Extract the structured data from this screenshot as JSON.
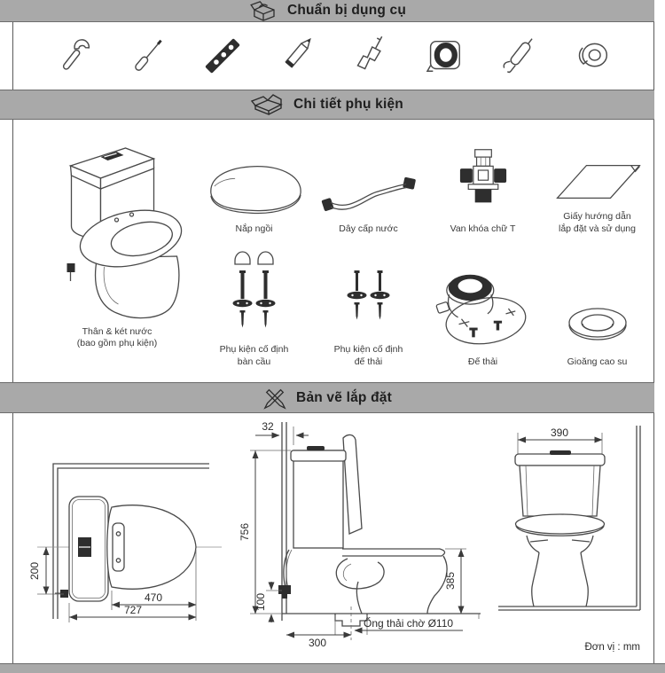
{
  "sections": {
    "tools": {
      "title": "Chuẩn bị dụng cụ",
      "header_icon": "toolbox-icon",
      "items": [
        {
          "name": "adjustable-wrench-icon"
        },
        {
          "name": "screwdriver-icon"
        },
        {
          "name": "spirit-level-icon"
        },
        {
          "name": "pencil-icon"
        },
        {
          "name": "hand-drill-icon"
        },
        {
          "name": "tape-measure-icon"
        },
        {
          "name": "caulk-gun-icon"
        },
        {
          "name": "thread-seal-tape-icon"
        }
      ]
    },
    "parts": {
      "title": "Chi tiết phụ kiện",
      "header_icon": "open-box-icon",
      "main_part": {
        "label": "Thân & két nước\n(bao gồm phụ kiện)"
      },
      "row1": [
        {
          "label": "Nắp ngồi"
        },
        {
          "label": "Dây cấp nước"
        },
        {
          "label": "Van khóa chữ T"
        },
        {
          "label": "Giấy hướng dẫn\nlắp đặt và sử dụng"
        }
      ],
      "row2": [
        {
          "label": "Phụ kiện cố định\nbàn cầu"
        },
        {
          "label": "Phụ kiện cố định\nđế thải"
        },
        {
          "label": "Đế thải"
        },
        {
          "label": "Gioăng cao su"
        }
      ]
    },
    "installation": {
      "title": "Bản vẽ lắp đặt",
      "header_icon": "crossed-pencils-icon",
      "top_view": {
        "depth_from_center": "200",
        "seat_length": "470",
        "total_length": "727"
      },
      "side_view": {
        "wall_gap": "32",
        "total_height": "756",
        "inlet_height": "100",
        "rough_in": "300",
        "bowl_height": "385",
        "outlet_label": "Ống thải chờ Ø110"
      },
      "front_view": {
        "width": "390"
      },
      "unit_label": "Đơn vị : mm"
    }
  },
  "colors": {
    "header_bg": "#a9a9a9",
    "line": "#4a4a4a",
    "ink": "#222222"
  }
}
